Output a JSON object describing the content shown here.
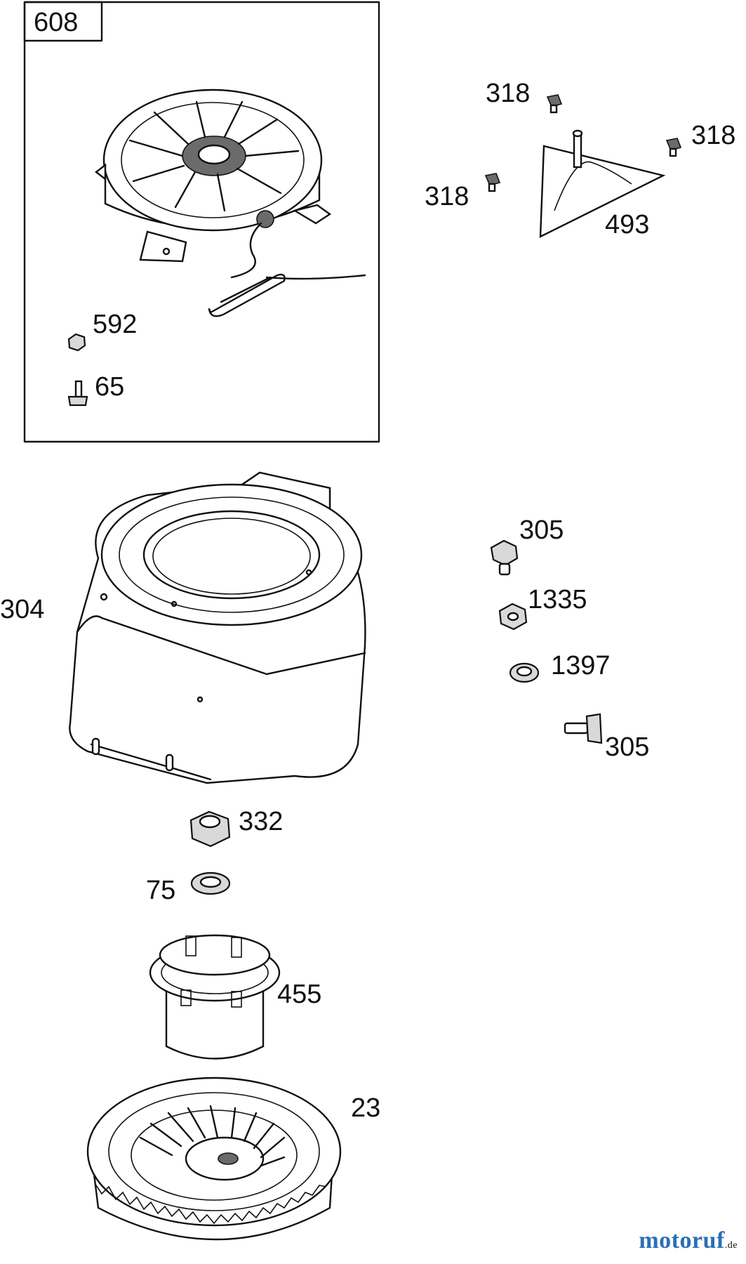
{
  "callout_box": {
    "label": "608"
  },
  "parts": [
    {
      "id": "608",
      "part_number": "608"
    },
    {
      "id": "592",
      "part_number": "592"
    },
    {
      "id": "65",
      "part_number": "65"
    },
    {
      "id": "318a",
      "part_number": "318"
    },
    {
      "id": "318b",
      "part_number": "318"
    },
    {
      "id": "318c",
      "part_number": "318"
    },
    {
      "id": "493",
      "part_number": "493"
    },
    {
      "id": "304",
      "part_number": "304"
    },
    {
      "id": "305a",
      "part_number": "305"
    },
    {
      "id": "1335",
      "part_number": "1335"
    },
    {
      "id": "1397",
      "part_number": "1397"
    },
    {
      "id": "305b",
      "part_number": "305"
    },
    {
      "id": "332",
      "part_number": "332"
    },
    {
      "id": "75",
      "part_number": "75"
    },
    {
      "id": "455",
      "part_number": "455"
    },
    {
      "id": "23",
      "part_number": "23"
    }
  ],
  "watermark": {
    "brand": "motoruf",
    "suffix": ".de"
  },
  "colors": {
    "line": "#111111",
    "shade": "#d9d9d9",
    "wm_brand": "#2a6fb5"
  }
}
